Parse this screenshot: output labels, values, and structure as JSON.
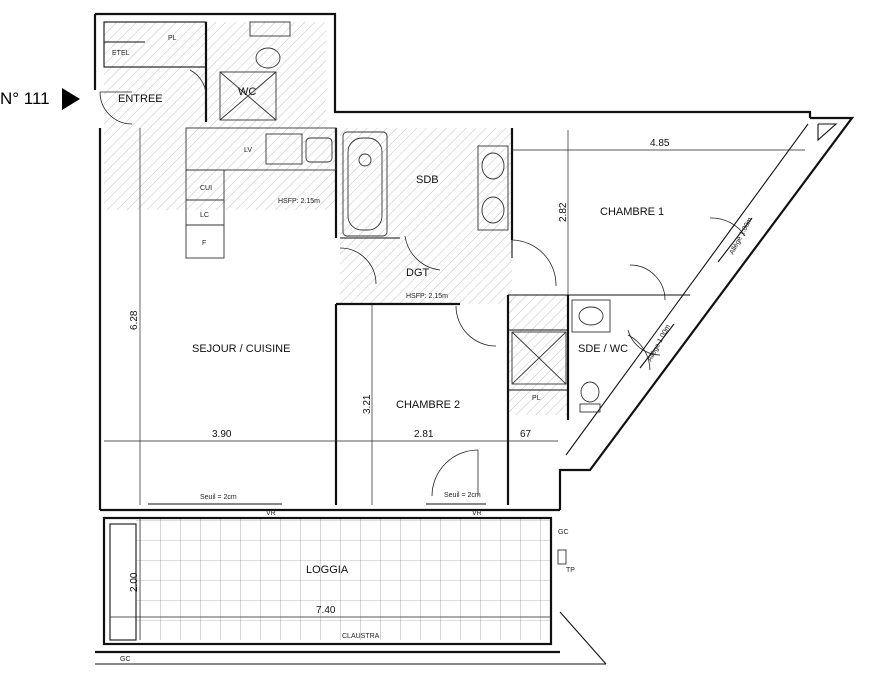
{
  "unit": {
    "number": "N° 111"
  },
  "rooms": {
    "etel": "ETEL",
    "pl_top": "PL",
    "entree": "ENTREE",
    "wc": "WC",
    "sdb": "SDB",
    "dgt": "DGT",
    "chambre1": "CHAMBRE 1",
    "sejour": "SEJOUR / CUISINE",
    "chambre2": "CHAMBRE 2",
    "sde": "SDE / WC",
    "pl_right": "PL",
    "loggia": "LOGGIA"
  },
  "kitchen": {
    "lv": "LV",
    "cuis": "CUI",
    "lc": "LC",
    "f": "F"
  },
  "ceiling_notes": {
    "hsfp_1": "HSFP: 2.15m",
    "hsfp_2": "HSFP: 2.15m"
  },
  "dimensions": {
    "chambre1_width": "4.85",
    "chambre1_depth": "2.82",
    "sejour_depth": "6.28",
    "sejour_width": "3.90",
    "chambre2_depth": "3.21",
    "chambre2_width": "2.81",
    "small_width": "67",
    "loggia_depth": "2.00",
    "loggia_width": "7.40"
  },
  "annotations": {
    "seuil_1": "Seuil = 2cm",
    "seuil_2": "Seuil = 2cm",
    "vr_1": "VR",
    "vr_2": "VR",
    "claustra": "CLAUSTRA",
    "gc_bottom": "GC",
    "gc_right": "GC",
    "tp": "TP",
    "allege_1": "Allège 1.00m",
    "allege_2": "Allège 1.00m"
  }
}
